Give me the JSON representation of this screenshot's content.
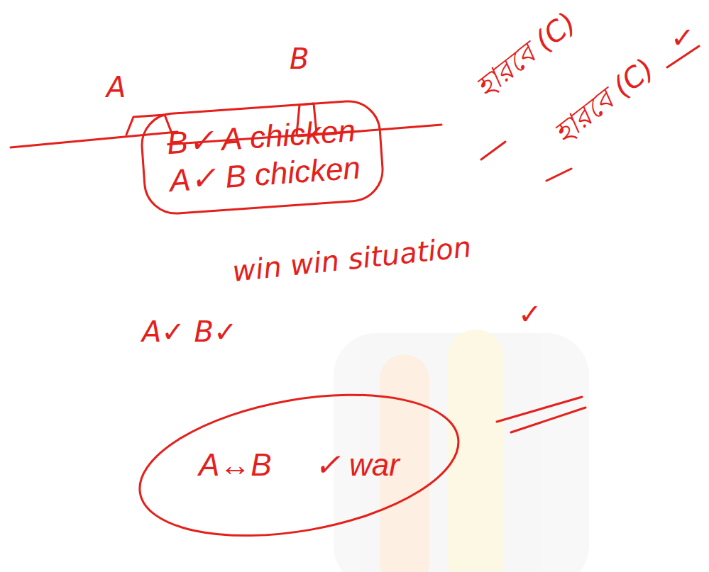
{
  "diagram": {
    "nodes": [
      {
        "text": [
          "B✓ A chicken",
          "A✓ B chicken"
        ]
      },
      {
        "text": [
          "A↔B",
          "✓ war"
        ]
      }
    ],
    "labels": [
      "A",
      "B",
      "হারবে (C)",
      "হারবে (C)",
      "✓",
      "win win situation",
      "✓",
      "A✓ B✓"
    ]
  }
}
